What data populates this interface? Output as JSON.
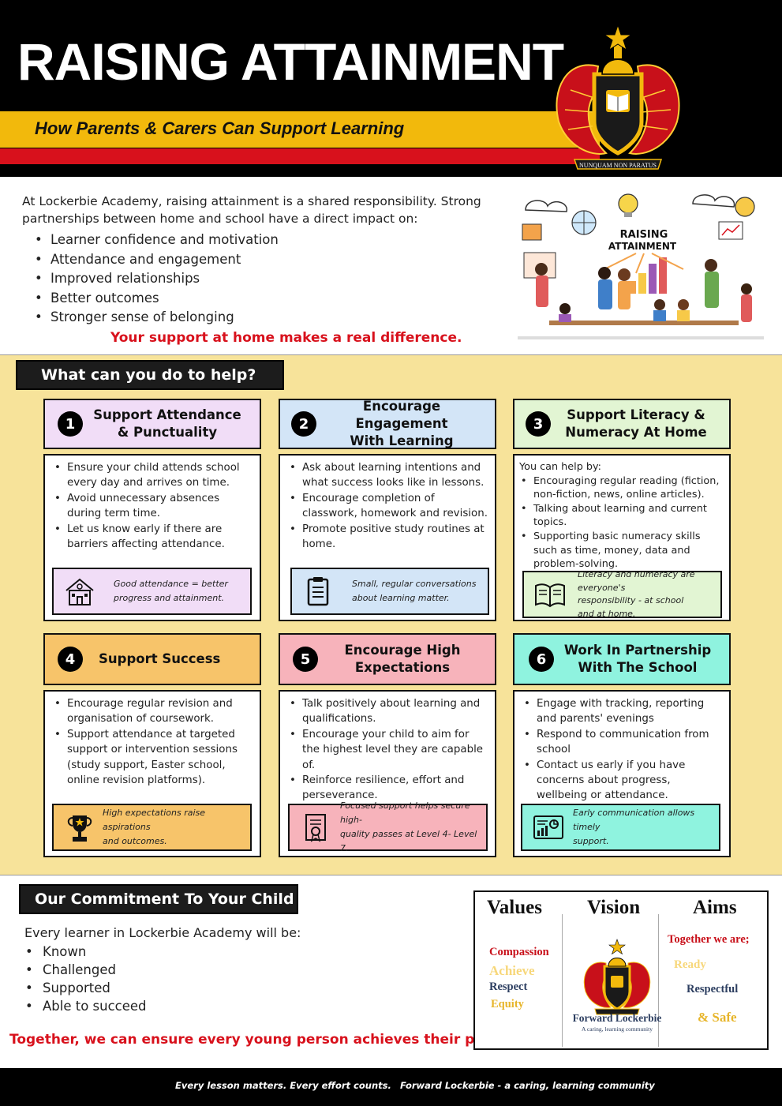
{
  "header": {
    "title": "RAISING ATTAINMENT",
    "subtitle": "How Parents & Carers Can Support Learning",
    "crest_motto": "NUNQUAM NON PARATUS"
  },
  "intro": {
    "paragraph": "At Lockerbie Academy, raising attainment is a shared responsibility. Strong partnerships between home and school have a direct impact on:",
    "bullets": [
      "Learner confidence and motivation",
      "Attendance and engagement",
      "Improved relationships",
      "Better outcomes",
      "Stronger sense of belonging"
    ],
    "callout": "Your support at home makes a real difference.",
    "art_title_line1": "RAISING",
    "art_title_line2": "ATTAINMENT"
  },
  "help": {
    "heading": "What can you do to help?",
    "cards": [
      {
        "number": "1",
        "title_line1": "Support Attendance",
        "title_line2": "& Punctuality",
        "bullets": [
          "Ensure your child attends school every day and arrives on time.",
          "Avoid unnecessary absences during term time.",
          "Let us know early if there are barriers affecting attendance."
        ],
        "note_line1": "Good attendance = better",
        "note_line2": "progress and attainment.",
        "icon": "school-icon"
      },
      {
        "number": "2",
        "title_line1": "Encourage Engagement",
        "title_line2": "With Learning",
        "bullets": [
          "Ask about learning intentions and what success looks like in lessons.",
          "Encourage completion of classwork, homework and revision.",
          "Promote positive study routines at home."
        ],
        "note_line1": "Small, regular conversations",
        "note_line2": "about learning matter.",
        "icon": "clipboard-icon"
      },
      {
        "number": "3",
        "title_line1": "Support Literacy &",
        "title_line2": "Numeracy At Home",
        "lead": "You can help by:",
        "bullets": [
          "Encouraging regular reading (fiction, non-fiction, news, online articles).",
          "Talking about learning and current topics.",
          "Supporting basic numeracy skills such as time, money, data and problem-solving."
        ],
        "note_line1": "Literacy and numeracy are everyone's",
        "note_line2": "responsibility - at school",
        "note_line3": "and at home.",
        "icon": "book-icon"
      },
      {
        "number": "4",
        "title_line1": "Support Success",
        "title_line2": "",
        "bullets": [
          "Encourage regular revision and organisation of coursework.",
          "Support attendance at targeted support or intervention sessions (study support, Easter school, online revision platforms)."
        ],
        "note_line1": "High expectations raise aspirations",
        "note_line2": "and outcomes.",
        "icon": "trophy-icon"
      },
      {
        "number": "5",
        "title_line1": "Encourage High",
        "title_line2": "Expectations",
        "bullets": [
          "Talk positively about learning and qualifications.",
          "Encourage your child to aim for the highest level they are capable of.",
          "Reinforce resilience, effort and perseverance."
        ],
        "note_line1": "Focused support helps secure high-",
        "note_line2": "quality passes at Level 4- Level 7.",
        "icon": "certificate-icon"
      },
      {
        "number": "6",
        "title_line1": "Work In Partnership",
        "title_line2": "With The School",
        "bullets": [
          "Engage with tracking, reporting and parents' evenings",
          "Respond to communication from school",
          "Contact us early if you have concerns about progress, wellbeing or attendance."
        ],
        "note_line1": "Early communication allows timely",
        "note_line2": "support.",
        "icon": "dashboard-icon"
      }
    ]
  },
  "commitment": {
    "heading": "Our Commitment To Your Child",
    "intro": "Every learner in Lockerbie Academy will be:",
    "bullets": [
      "Known",
      "Challenged",
      "Supported",
      "Able to succeed"
    ],
    "callout": "Together, we can ensure every young person achieves their potential."
  },
  "vva": {
    "values_heading": "Values",
    "vision_heading": "Vision",
    "aims_heading": "Aims",
    "values": [
      "Compassion",
      "Achieve",
      "Respect",
      "Equity"
    ],
    "vision_name": "Forward Lockerbie",
    "vision_tag": "A caring, learning community",
    "aims": [
      "Together we are;",
      "Ready",
      "Respectful",
      "& Safe"
    ]
  },
  "footer": {
    "left": "Every lesson matters. Every effort counts.",
    "right": "Forward Lockerbie - a caring, learning community"
  },
  "colors": {
    "brand_yellow": "#f2b90c",
    "brand_red": "#d8111c",
    "card1": "#f1ddf7",
    "card2": "#d3e5f7",
    "card3": "#e2f5d3",
    "card4": "#f7c46a",
    "card5": "#f7b3bb",
    "card6": "#8ff3df",
    "vva_navy": "#2c3e60"
  }
}
